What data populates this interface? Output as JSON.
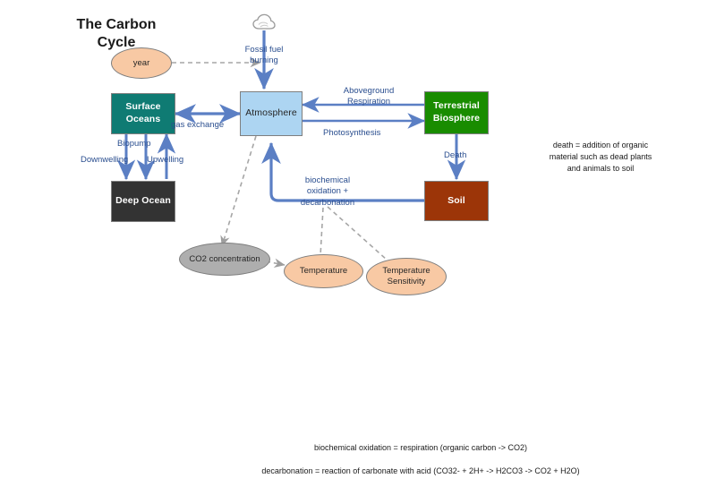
{
  "title": {
    "line1": "The Carbon",
    "line2": "Cycle"
  },
  "nodes": {
    "cloud": {
      "name": "cloud-icon"
    },
    "year": {
      "label": "year",
      "fill": "#F8C9A4"
    },
    "surface_oceans": {
      "label": "Surface\nOceans",
      "line1": "Surface",
      "line2": "Oceans",
      "fill": "#0F7B73",
      "text": "#ffffff"
    },
    "deep_ocean": {
      "label": "Deep Ocean",
      "fill": "#333333",
      "text": "#ffffff"
    },
    "atmosphere": {
      "label": "Atmosphere",
      "fill": "#ADD5F2",
      "text": "#262626"
    },
    "terrestrial_biosphere": {
      "line1": "Terrestrial",
      "line2": "Biosphere",
      "fill": "#198C00",
      "text": "#ffffff"
    },
    "soil": {
      "label": "Soil",
      "fill": "#9C3508",
      "text": "#ffffff"
    },
    "co2_concentration": {
      "label": "CO2 concentration",
      "fill": "#AEAEAE"
    },
    "temperature": {
      "label": "Temperature",
      "fill": "#F8C9A4"
    },
    "temperature_sensitivity": {
      "line1": "Temperature",
      "line2": "Sensitivity",
      "fill": "#F8C9A4"
    }
  },
  "edges": {
    "fossil_fuel_burning": {
      "line1": "Fossil fuel",
      "line2": "burning"
    },
    "gas_exchange": {
      "label": "gas exchange"
    },
    "biopump": {
      "label": "Biopump"
    },
    "downwelling": {
      "label": "Downwelling"
    },
    "upwelling": {
      "label": "Upwelling"
    },
    "aboveground_respiration": {
      "line1": "Aboveground",
      "line2": "Respiration"
    },
    "photosynthesis": {
      "label": "Photosynthesis"
    },
    "death": {
      "label": "Death"
    },
    "biochem_ox": {
      "line1": "biochemical",
      "line2": "oxidation +",
      "line3": "decarbonation"
    }
  },
  "notes": {
    "death_note": {
      "line1": "death = addition of organic",
      "line2": "material such as dead plants",
      "line3": "and animals to soil"
    },
    "biochem_note": "biochemical oxidation = respiration (organic carbon -> CO2)",
    "decarb_note": "decarbonation = reaction of carbonate with acid (CO32- + 2H+ -> H2CO3 -> CO2 + H2O)"
  },
  "colors": {
    "arrow_blue": "#5B7FC4",
    "dashed_gray": "#A6A6A6",
    "label_blue": "#2a4e8f"
  }
}
